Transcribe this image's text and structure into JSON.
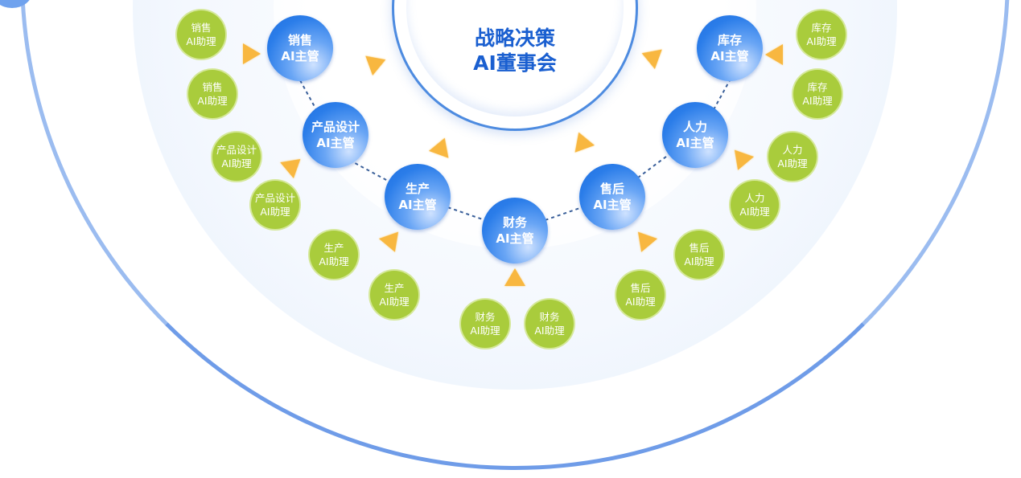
{
  "center": {
    "line1": "战略决策",
    "line2": "AI董事会"
  },
  "managers": [
    {
      "l1": "销售",
      "l2": "AI主管"
    },
    {
      "l1": "产品设计",
      "l2": "AI主管"
    },
    {
      "l1": "生产",
      "l2": "AI主管"
    },
    {
      "l1": "财务",
      "l2": "AI主管"
    },
    {
      "l1": "售后",
      "l2": "AI主管"
    },
    {
      "l1": "人力",
      "l2": "AI主管"
    },
    {
      "l1": "库存",
      "l2": "AI主管"
    }
  ],
  "assistants": [
    {
      "l1": "销售",
      "l2": "AI助理"
    },
    {
      "l1": "销售",
      "l2": "AI助理"
    },
    {
      "l1": "产品设计",
      "l2": "AI助理"
    },
    {
      "l1": "产品设计",
      "l2": "AI助理"
    },
    {
      "l1": "生产",
      "l2": "AI助理"
    },
    {
      "l1": "生产",
      "l2": "AI助理"
    },
    {
      "l1": "财务",
      "l2": "AI助理"
    },
    {
      "l1": "财务",
      "l2": "AI助理"
    },
    {
      "l1": "售后",
      "l2": "AI助理"
    },
    {
      "l1": "售后",
      "l2": "AI助理"
    },
    {
      "l1": "人力",
      "l2": "AI助理"
    },
    {
      "l1": "人力",
      "l2": "AI助理"
    },
    {
      "l1": "库存",
      "l2": "AI助理"
    },
    {
      "l1": "库存",
      "l2": "AI助理"
    }
  ],
  "colors": {
    "manager": "#2b7de9",
    "assistant": "#a9cc3c",
    "arrow": "#f8b740",
    "ring": "#6f9ce8"
  }
}
